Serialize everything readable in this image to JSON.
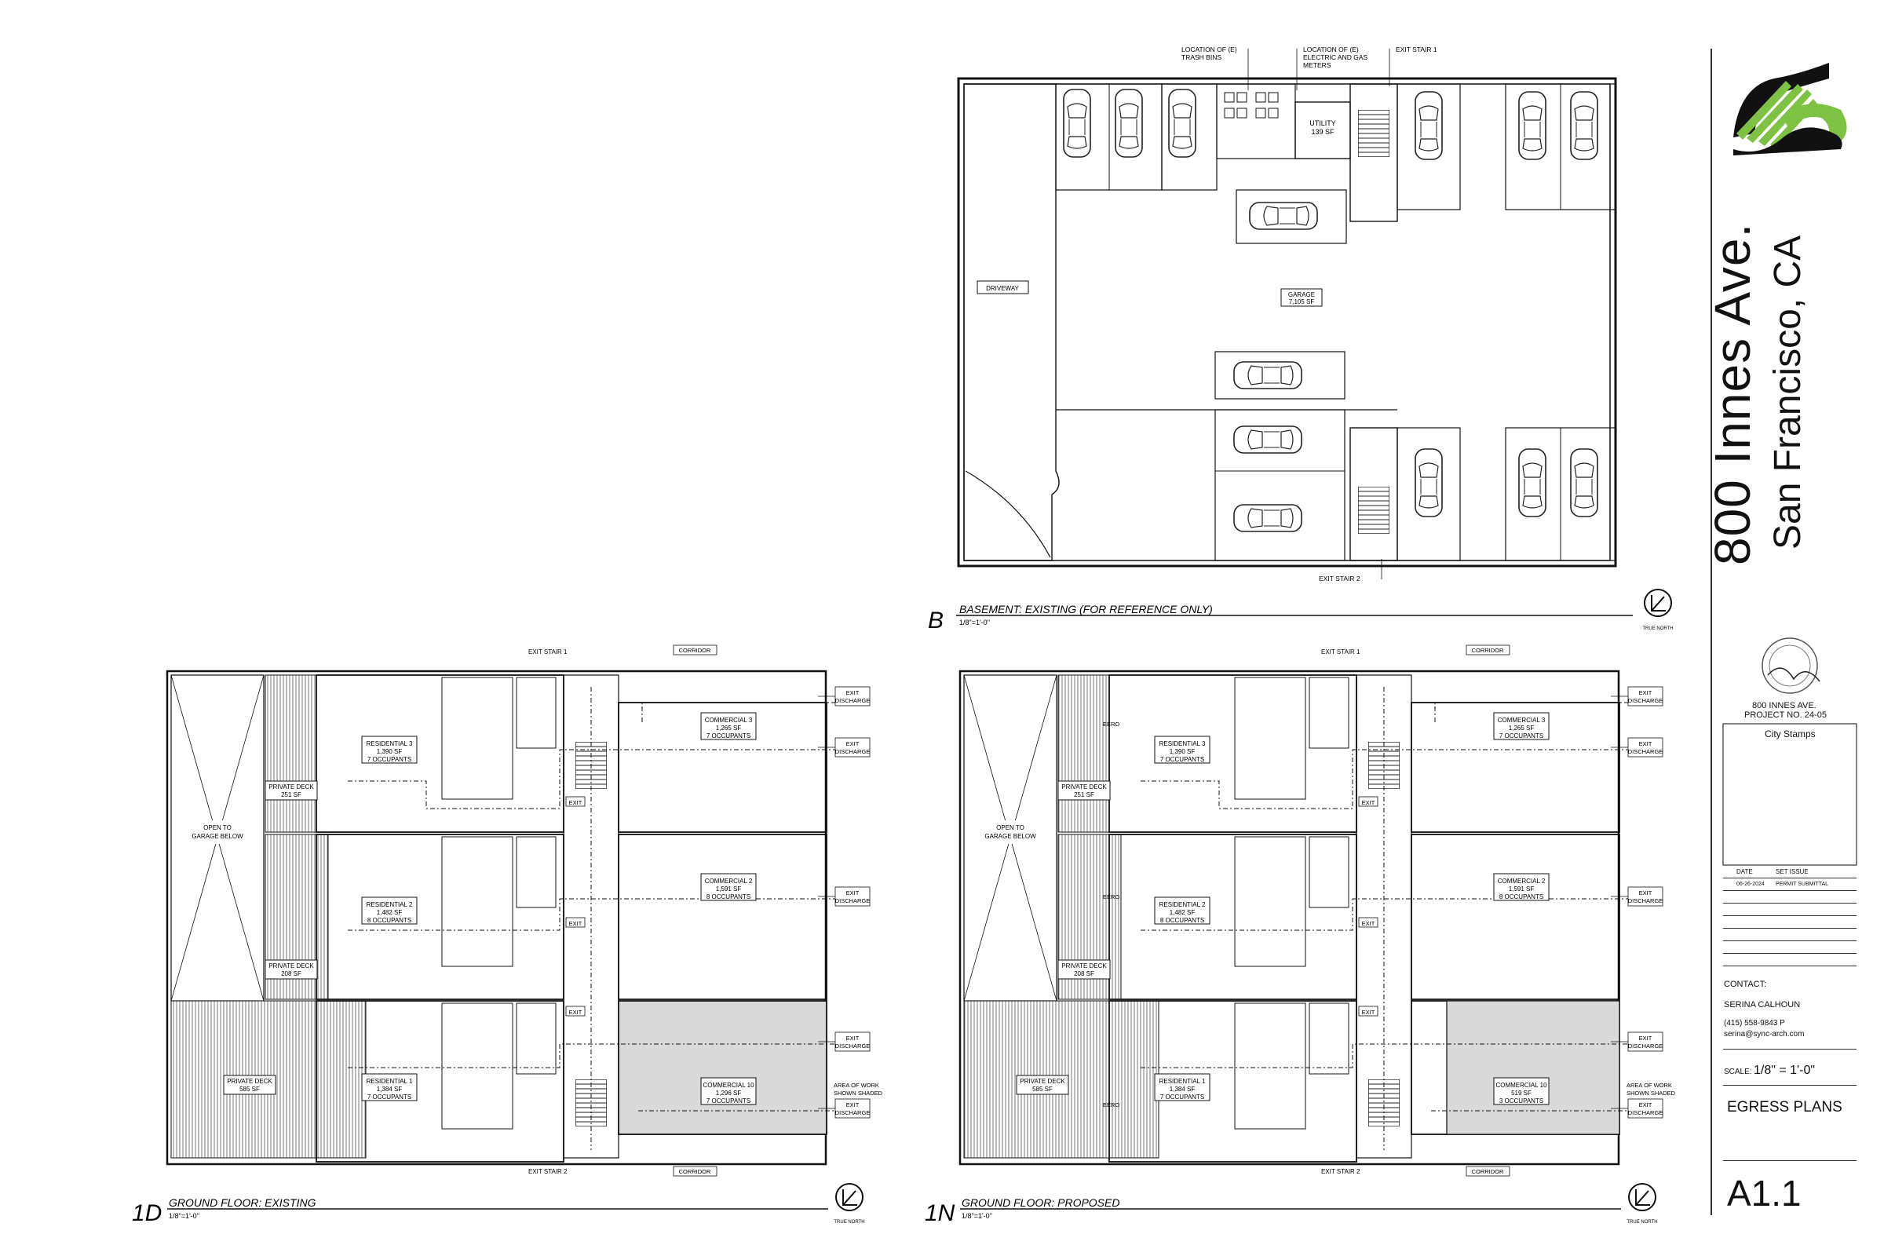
{
  "title_block": {
    "address_line1": "800 Innes Ave.",
    "address_line2": "San Francisco, CA",
    "project_line1": "800 INNES AVE.",
    "project_line2": "PROJECT NO. 24-05",
    "city_stamps": "City Stamps",
    "date_header": "DATE",
    "set_issue_header": "SET ISSUE",
    "issue_date": "06-26-2024",
    "issue_name": "PERMIT SUBMITTAL",
    "contact_label": "CONTACT:",
    "contact_name": "SERINA CALHOUN",
    "contact_phone": "(415) 558-9843  P",
    "contact_email": "serina@sync-arch.com",
    "scale_label": "SCALE:",
    "scale_value": "1/8\" = 1'-0\"",
    "sheet_title": "EGRESS PLANS",
    "sheet_number": "A1.1",
    "logo_colors": {
      "green": "#7dc242",
      "black": "#111111"
    }
  },
  "plans": {
    "basement": {
      "id": "B",
      "title": "BASEMENT: EXISTING (FOR REFERENCE ONLY)",
      "scale": "1/8\"=1'-0\"",
      "north": "TRUE NORTH",
      "labels": {
        "trash": [
          "LOCATION OF (E)",
          "TRASH BINS"
        ],
        "meters": [
          "LOCATION OF (E)",
          "ELECTRIC AND GAS",
          "METERS"
        ],
        "exit_stair_1": "EXIT STAIR 1",
        "exit_stair_2": "EXIT STAIR 2",
        "utility": [
          "UTILITY",
          "139  SF"
        ],
        "garage": [
          "GARAGE",
          "7,105  SF"
        ],
        "driveway": "DRIVEWAY"
      }
    },
    "existing": {
      "id": "1D",
      "title": "GROUND FLOOR: EXISTING",
      "scale": "1/8\"=1'-0\"",
      "north": "TRUE NORTH",
      "shaded_note": [
        "AREA OF WORK",
        "SHOWN SHADED"
      ],
      "rooms": [
        {
          "name": "RESIDENTIAL 3",
          "area": "1,390  SF",
          "occ": "7  OCCUPANTS"
        },
        {
          "name": "RESIDENTIAL 2",
          "area": "1,482  SF",
          "occ": "8  OCCUPANTS"
        },
        {
          "name": "RESIDENTIAL 1",
          "area": "1,384  SF",
          "occ": "7  OCCUPANTS"
        },
        {
          "name": "COMMERCIAL 3",
          "area": "1,265  SF",
          "occ": "7  OCCUPANTS"
        },
        {
          "name": "COMMERCIAL 2",
          "area": "1,591  SF",
          "occ": "8  OCCUPANTS"
        },
        {
          "name": "COMMERCIAL 10",
          "area": "1,296  SF",
          "occ": "7  OCCUPANTS"
        }
      ],
      "decks": [
        {
          "name": "PRIVATE DECK",
          "area": "251  SF"
        },
        {
          "name": "PRIVATE DECK",
          "area": "208  SF"
        },
        {
          "name": "PRIVATE DECK",
          "area": "585  SF"
        }
      ]
    },
    "proposed": {
      "id": "1N",
      "title": "GROUND FLOOR: PROPOSED",
      "scale": "1/8\"=1'-0\"",
      "north": "TRUE NORTH",
      "shaded_note": [
        "AREA OF WORK",
        "SHOWN SHADED"
      ],
      "rooms": [
        {
          "name": "RESIDENTIAL 3",
          "area": "1,390  SF",
          "occ": "7  OCCUPANTS"
        },
        {
          "name": "RESIDENTIAL 2",
          "area": "1,482  SF",
          "occ": "8  OCCUPANTS"
        },
        {
          "name": "RESIDENTIAL 1",
          "area": "1,384  SF",
          "occ": "7  OCCUPANTS"
        },
        {
          "name": "COMMERCIAL 3",
          "area": "1,265  SF",
          "occ": "7  OCCUPANTS"
        },
        {
          "name": "COMMERCIAL 2",
          "area": "1,591  SF",
          "occ": "8  OCCUPANTS"
        },
        {
          "name": "COMMERCIAL 10",
          "area": "519  SF",
          "occ": "3  OCCUPANTS"
        }
      ],
      "decks": [
        {
          "name": "PRIVATE DECK",
          "area": "251  SF"
        },
        {
          "name": "PRIVATE DECK",
          "area": "208  SF"
        },
        {
          "name": "PRIVATE DECK",
          "area": "585  SF"
        }
      ]
    },
    "common": {
      "corridor": "CORRIDOR",
      "exit": "EXIT",
      "exit_discharge": [
        "EXIT",
        "DISCHARGE"
      ],
      "exit_stair_1": "EXIT STAIR 1",
      "exit_stair_2": "EXIT STAIR 2",
      "open_to_garage": [
        "OPEN TO",
        "GARAGE BELOW"
      ],
      "eero": "EERO"
    }
  }
}
